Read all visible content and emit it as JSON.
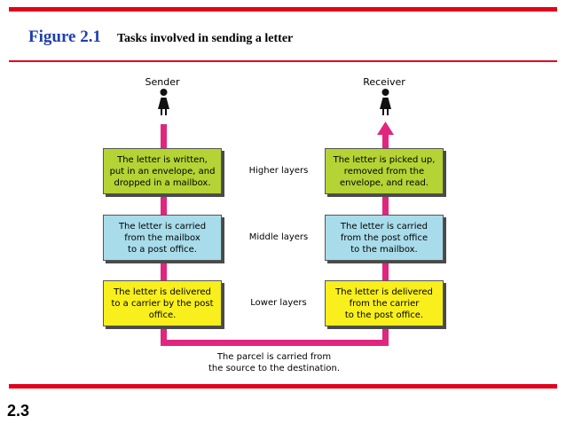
{
  "header": {
    "figure_label": "Figure 2.1",
    "caption": "Tasks involved in sending a letter"
  },
  "diagram": {
    "sender_label": "Sender",
    "receiver_label": "Receiver",
    "sender_boxes": {
      "higher": "The letter is written,\nput in an envelope, and\ndropped in a mailbox.",
      "middle": "The letter is carried\nfrom the mailbox\nto a post office.",
      "lower": "The letter is delivered\nto a carrier by the post\noffice."
    },
    "receiver_boxes": {
      "higher": "The letter is picked up,\nremoved from the\nenvelope, and read.",
      "middle": "The letter is carried\nfrom the post office\nto the mailbox.",
      "lower": "The letter is delivered\nfrom the carrier\nto the post office."
    },
    "layers": {
      "higher": "Higher layers",
      "middle": "Middle layers",
      "lower": "Lower layers"
    },
    "parcel_note": "The parcel is carried from\nthe source to the destination.",
    "colors": {
      "path": "#e0267f",
      "higher": "#b5d334",
      "middle": "#a8dcea",
      "lower": "#f8ef1c",
      "rule": "#e3001b",
      "title": "#1f3fae"
    }
  },
  "footer": {
    "slide_number": "2.3"
  }
}
